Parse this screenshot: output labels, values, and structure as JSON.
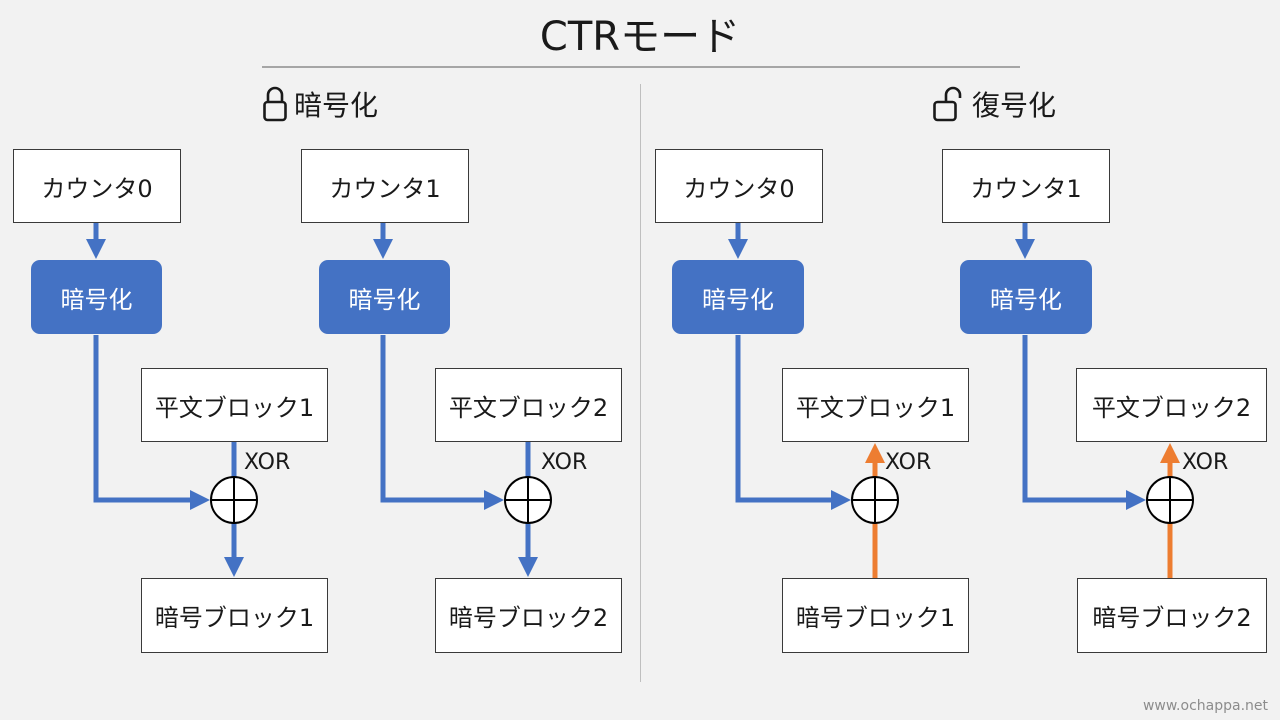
{
  "title": "CTRモード",
  "encrypt": {
    "heading": "暗号化",
    "icon": "lock-closed-icon",
    "counters": [
      "カウンタ0",
      "カウンタ1"
    ],
    "cipher_label": "暗号化",
    "plaintext": [
      "平文ブロック1",
      "平文ブロック2"
    ],
    "ciphertext": [
      "暗号ブロック1",
      "暗号ブロック2"
    ],
    "xor": [
      "XOR",
      "XOR"
    ]
  },
  "decrypt": {
    "heading": "復号化",
    "icon": "lock-open-icon",
    "counters": [
      "カウンタ0",
      "カウンタ1"
    ],
    "cipher_label": "暗号化",
    "plaintext": [
      "平文ブロック1",
      "平文ブロック2"
    ],
    "ciphertext": [
      "暗号ブロック1",
      "暗号ブロック2"
    ],
    "xor": [
      "XOR",
      "XOR"
    ]
  },
  "colors": {
    "cipher_block": "#4472c4",
    "blue_arrow": "#4472c4",
    "orange_arrow": "#ed7d31"
  },
  "footer": "www.ochappa.net"
}
